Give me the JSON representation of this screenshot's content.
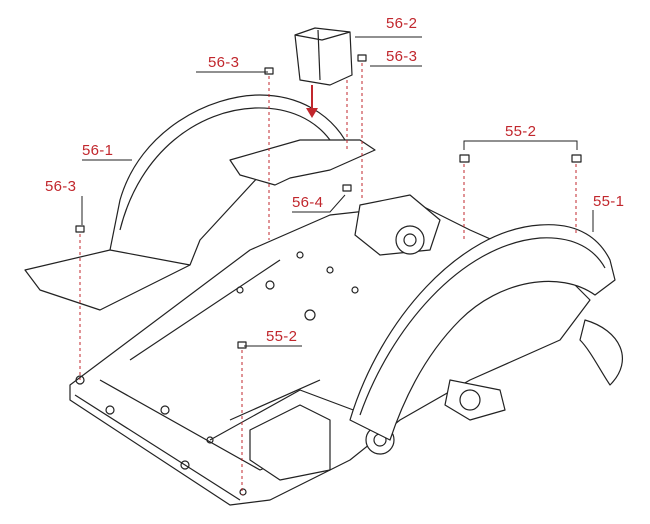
{
  "diagram": {
    "accent_color": "#c1272d",
    "labels": {
      "battery": "56-2",
      "screw_top_right": "56-3",
      "screw_top_left": "56-3",
      "left_fender": "56-1",
      "screws_right_top": "55-2",
      "screw_left": "56-3",
      "bracket": "56-4",
      "right_fender": "55-1",
      "screw_bottom": "55-2"
    }
  }
}
